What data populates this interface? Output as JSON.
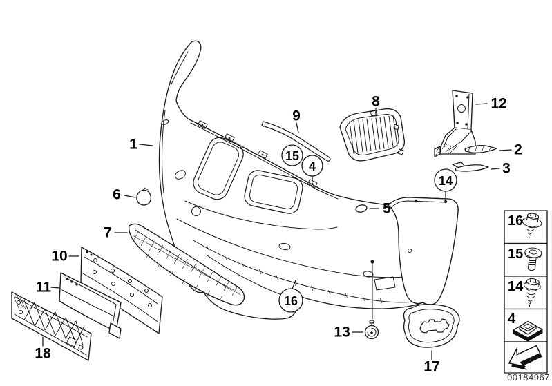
{
  "doc": {
    "background": "#ffffff",
    "line_color": "#1b1b1b",
    "text_color": "#000000",
    "part_number": "00184967"
  },
  "callouts": {
    "n1": "1",
    "n2": "2",
    "n3": "3",
    "n5": "5",
    "n6": "6",
    "n7": "7",
    "n8": "8",
    "n9": "9",
    "n10": "10",
    "n11": "11",
    "n12": "12",
    "n13": "13",
    "n17": "17",
    "n18": "18"
  },
  "circled": {
    "c4": "4",
    "c14": "14",
    "c15": "15",
    "c16": "16"
  },
  "legend": {
    "rows": [
      {
        "num": "16",
        "icon": "flanged-hex-tapping-screw-icon"
      },
      {
        "num": "15",
        "icon": "round-head-screw-icon"
      },
      {
        "num": "14",
        "icon": "hex-washer-tapping-screw-icon"
      },
      {
        "num": "4",
        "icon": "square-clip-nut-icon"
      },
      {
        "num": "",
        "icon": "direction-arrow-icon"
      }
    ]
  }
}
